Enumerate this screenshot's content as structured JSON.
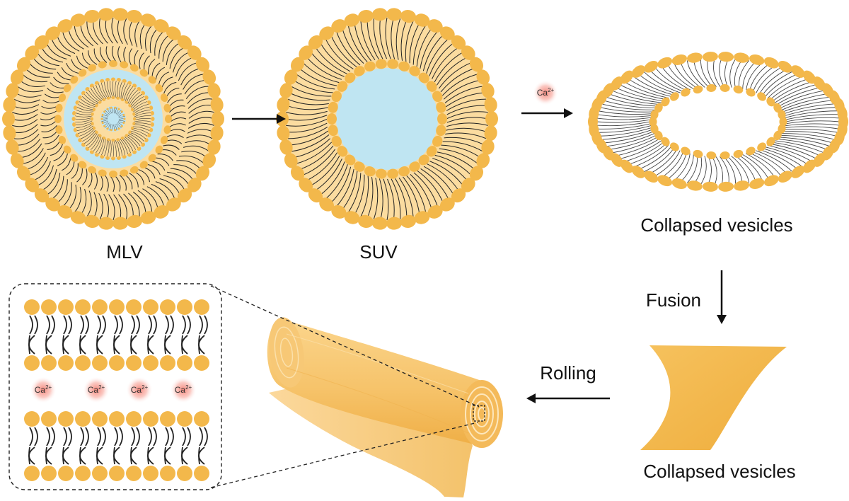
{
  "colors": {
    "head": "#F3B84B",
    "core": "#FBDCA0",
    "water": "#BFE5F2",
    "tail": "#222222",
    "ion_glow": "#F8A39A",
    "sheet": "#F5BD52"
  },
  "labels": {
    "mlv": "MLV",
    "suv": "SUV",
    "collapsed_top": "Collapsed vesicles",
    "fusion": "Fusion",
    "rolling": "Rolling",
    "collapsed_bottom": "Collapsed vesicles"
  },
  "ion": "Ca",
  "ion_charge": "2+"
}
